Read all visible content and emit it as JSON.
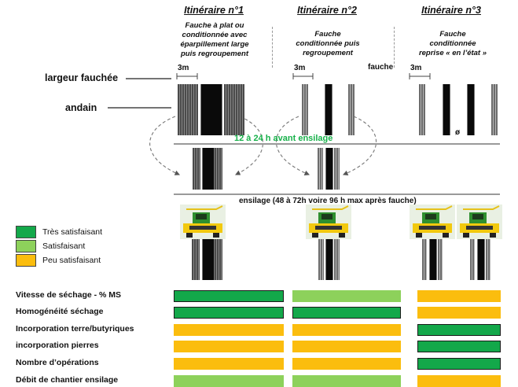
{
  "itineraries": [
    {
      "title": "Itinéraire n°1",
      "desc": [
        "Fauche à plat ou",
        "conditionnée avec",
        "éparpillement large",
        "puis regroupement"
      ]
    },
    {
      "title": "Itinéraire n°2",
      "desc": [
        "Fauche",
        "conditionnée puis",
        "regroupement"
      ]
    },
    {
      "title": "Itinéraire n°3",
      "desc": [
        "Fauche",
        "conditionnée",
        "reprise « en l’état »"
      ]
    }
  ],
  "labels": {
    "largeur": "largeur fauchée",
    "andain": "andain",
    "fauche": "fauche",
    "width_3m": "3m",
    "delay": "12 à 24 h avant ensilage",
    "ensilage": "ensilage (48 à 72h voire 96 h max après fauche)",
    "empty_symbol": "ø"
  },
  "legend": [
    {
      "label": "Très satisfaisant",
      "color": "#13a84a"
    },
    {
      "label": "Satisfaisant",
      "color": "#8dd15b"
    },
    {
      "label": "Peu satisfaisant",
      "color": "#fbbd0e"
    }
  ],
  "colors": {
    "delay_text": "#17b14a",
    "very_good": "#13a84a",
    "good": "#8dd15b",
    "poor": "#fbbd0e"
  },
  "criteria": [
    {
      "label": "Vitesse de séchage - % MS",
      "ratings": [
        "very_good",
        "good",
        "poor"
      ]
    },
    {
      "label": "Homogénéité séchage",
      "ratings": [
        "very_good",
        "very_good",
        "poor"
      ]
    },
    {
      "label": "Incorporation terre/butyriques",
      "ratings": [
        "poor",
        "poor",
        "very_good"
      ]
    },
    {
      "label": "incorporation pierres",
      "ratings": [
        "poor",
        "poor",
        "very_good"
      ]
    },
    {
      "label": "Nombre d’opérations",
      "ratings": [
        "poor",
        "poor",
        "very_good"
      ]
    },
    {
      "label": "Débit de chantier ensilage",
      "ratings": [
        "good",
        "good",
        "poor"
      ]
    }
  ]
}
